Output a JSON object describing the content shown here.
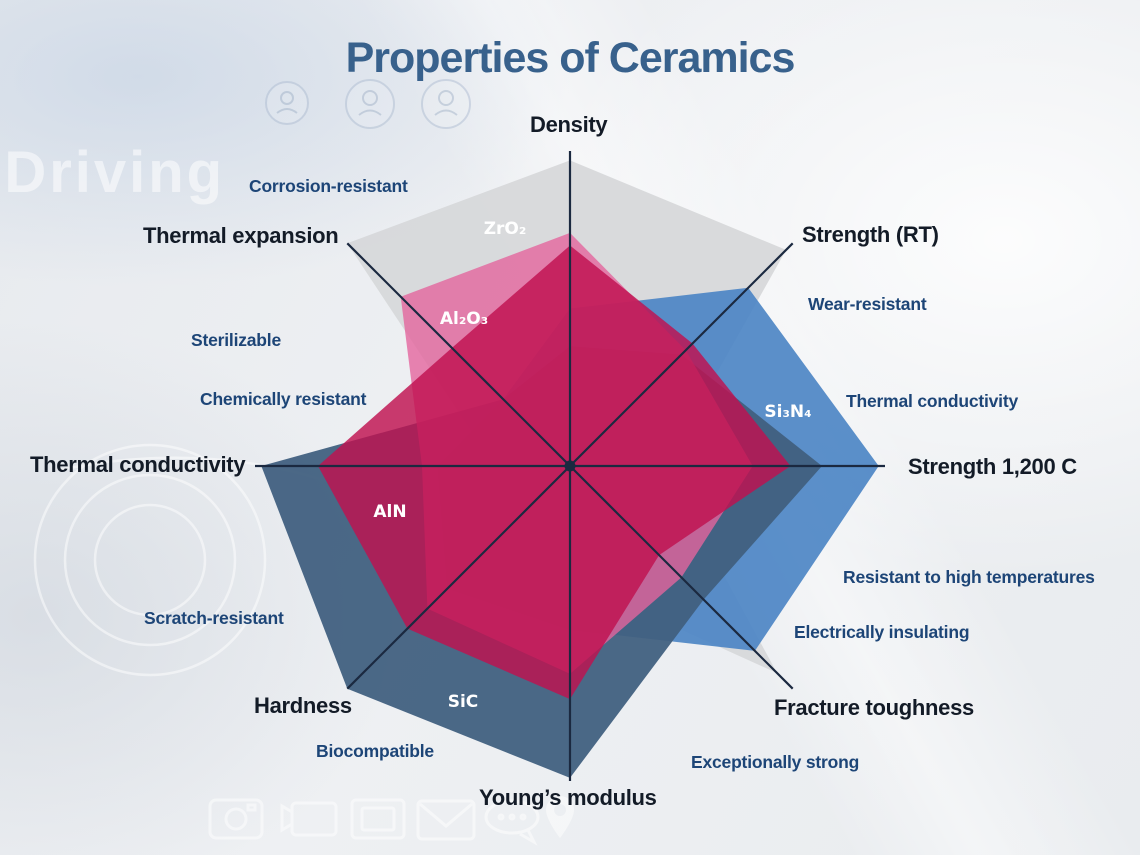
{
  "title": "Properties of Ceramics",
  "chart_data": {
    "type": "radar",
    "title": "Properties of Ceramics",
    "axes": [
      "Density",
      "Strength (RT)",
      "Strength 1,200 C",
      "Fracture toughness",
      "Young’s modulus",
      "Hardness",
      "Thermal conductivity",
      "Thermal expansion"
    ],
    "value_range": [
      0,
      1
    ],
    "grid": false,
    "legend_position": "labels-on-chart",
    "axis_line_color": "#1b2940",
    "series": [
      {
        "id": "zro2",
        "name": "ZrO₂",
        "color": "#d7d8da",
        "opacity": 0.95,
        "values": [
          0.97,
          0.97,
          0.3,
          0.93,
          0.36,
          0.33,
          0.24,
          1.0
        ]
      },
      {
        "id": "si3n4",
        "name": "Si₃N₄",
        "color": "#4d85c4",
        "opacity": 0.92,
        "values": [
          0.5,
          0.8,
          0.98,
          0.83,
          0.52,
          0.55,
          0.42,
          0.3
        ]
      },
      {
        "id": "sic",
        "name": "SiC",
        "color": "#41607f",
        "opacity": 0.95,
        "values": [
          0.38,
          0.5,
          0.8,
          0.6,
          0.99,
          1.0,
          0.98,
          0.3
        ]
      },
      {
        "id": "al2o3",
        "name": "Al₂O₃",
        "color": "#e3659e",
        "opacity": 0.8,
        "values": [
          0.74,
          0.52,
          0.58,
          0.5,
          0.66,
          0.64,
          0.47,
          0.76
        ]
      },
      {
        "id": "aln",
        "name": "AlN",
        "color": "#c0114f",
        "opacity": 0.82,
        "values": [
          0.7,
          0.55,
          0.7,
          0.4,
          0.74,
          0.73,
          0.8,
          0.53
        ]
      }
    ]
  },
  "descriptors": {
    "corrosion_resistant": "Corrosion-resistant",
    "wear_resistant": "Wear-resistant",
    "thermal_conductivity_right": "Thermal conductivity",
    "sterilizable": "Sterilizable",
    "chemically_resistant": "Chemically resistant",
    "resistant_high_temp": "Resistant to high temperatures",
    "electrically_insulating": "Electrically insulating",
    "scratch_resistant": "Scratch-resistant",
    "exceptionally_strong": "Exceptionally strong",
    "biocompatible": "Biocompatible"
  },
  "watermark": {
    "background_text": "-Driving"
  }
}
